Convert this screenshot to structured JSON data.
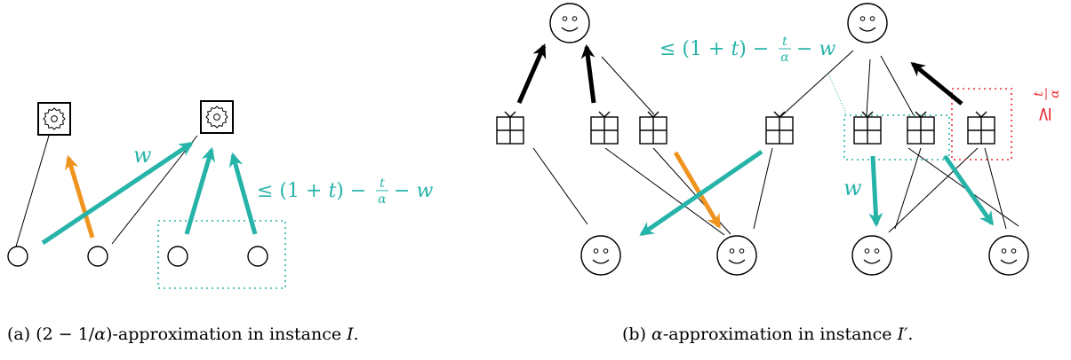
{
  "colors": {
    "teal": "#26b3a8",
    "orange": "#f0941f",
    "red": "#e8262b",
    "black": "#000000"
  },
  "icons": {
    "machine": "gear-in-box-icon",
    "gift": "gift-box-icon",
    "agent": "smiley-face-icon",
    "job": "circle-node-icon"
  },
  "panel_a": {
    "label_w": "w",
    "bound_prefix": "≤ (1 + ",
    "bound_t": "t",
    "bound_mid": ") − ",
    "bound_frac_num": "t",
    "bound_frac_den": "α",
    "bound_suffix": " − ",
    "bound_w": "w",
    "caption_prefix": "(a) (2 − 1/",
    "caption_alpha": "α",
    "caption_mid": ")-approximation in instance ",
    "caption_inst": "I",
    "caption_end": "."
  },
  "panel_b": {
    "label_w": "w",
    "bound_prefix": "≤ (1 + ",
    "bound_t": "t",
    "bound_mid": ") − ",
    "bound_frac_num": "t",
    "bound_frac_den": "α",
    "bound_suffix": " − ",
    "bound_w": "w",
    "red_bound_sym": "≥",
    "red_frac_num": "t",
    "red_frac_den": "α",
    "caption_prefix": "(b) ",
    "caption_alpha": "α",
    "caption_mid": "-approximation in instance ",
    "caption_inst": "I′",
    "caption_end": "."
  }
}
